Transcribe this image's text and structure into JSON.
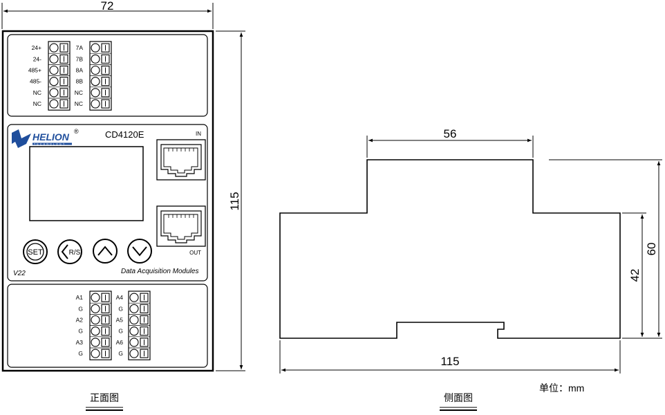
{
  "front_view": {
    "width_dim": "72",
    "height_dim": "115",
    "caption": "正面图",
    "top_terminals": {
      "left_labels": [
        "24+",
        "24-",
        "485+",
        "485-",
        "NC",
        "NC"
      ],
      "right_labels": [
        "7A",
        "7B",
        "8A",
        "8B",
        "NC",
        "NC"
      ]
    },
    "bottom_terminals": {
      "left_labels": [
        "A1",
        "G",
        "A2",
        "G",
        "A3",
        "G"
      ],
      "right_labels": [
        "A4",
        "G",
        "A5",
        "G",
        "A6",
        "G"
      ]
    },
    "panel": {
      "brand": "HELION",
      "brand_mark": "®",
      "brand_sub": "TECHNOLOGY",
      "model": "CD4120E",
      "port_in_label": "IN",
      "port_out_label": "OUT",
      "version": "V22",
      "description": "Data Acquisition Modules",
      "buttons": [
        {
          "label": "SET",
          "icon": "set-button-icon"
        },
        {
          "label": "R/S",
          "icon": "rs-arrow-icon"
        },
        {
          "label": "",
          "icon": "up-arrow-icon"
        },
        {
          "label": "",
          "icon": "down-arrow-icon"
        }
      ]
    }
  },
  "side_view": {
    "top_dim": "56",
    "bottom_dim": "115",
    "right_dim_inner": "42",
    "right_dim_outer": "60",
    "caption": "侧面图"
  },
  "unit_label": "单位：mm"
}
